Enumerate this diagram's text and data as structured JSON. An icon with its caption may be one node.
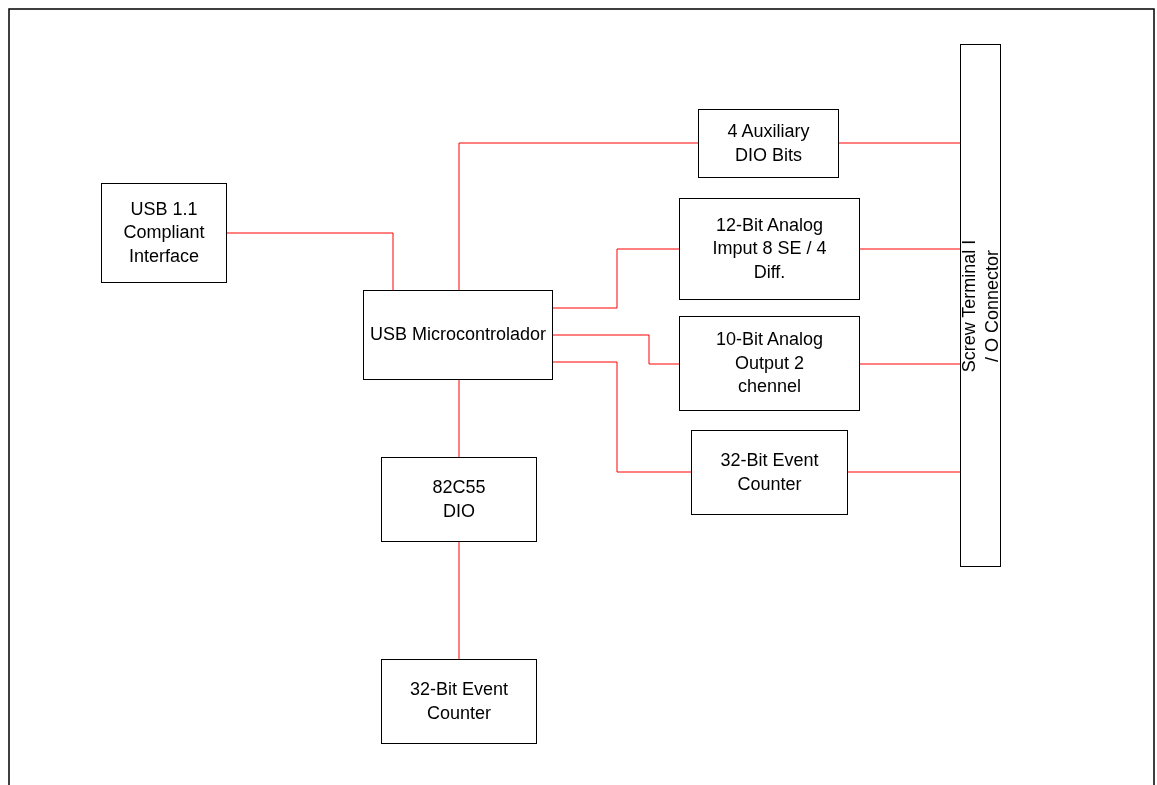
{
  "diagram": {
    "nodes": [
      {
        "text": [
          "USB 1.1 Compliant Interface"
        ]
      },
      {
        "text": [
          "USB Microcontrolador"
        ]
      },
      {
        "text": [
          "4 Auxiliary DIO Bits"
        ]
      },
      {
        "text": [
          "12-Bit Analog Imput 8 SE / 4 Diff."
        ]
      },
      {
        "text": [
          "10-Bit Analog Output 2 chennel"
        ]
      },
      {
        "text": [
          "32-Bit Event Counter"
        ]
      },
      {
        "text": [
          "82C55 DIO"
        ]
      },
      {
        "text": [
          "32-Bit Event Counter"
        ]
      },
      {
        "text": [
          "Screw Terminal I / O Connector"
        ]
      }
    ],
    "edges": [
      {
        "from": 0,
        "to": 1,
        "arrow": "none"
      },
      {
        "from": 1,
        "to": 2,
        "arrow": "none"
      },
      {
        "from": 2,
        "to": 8,
        "arrow": "none"
      },
      {
        "from": 1,
        "to": 3,
        "arrow": "none"
      },
      {
        "from": 3,
        "to": 8,
        "arrow": "none"
      },
      {
        "from": 1,
        "to": 4,
        "arrow": "none"
      },
      {
        "from": 4,
        "to": 8,
        "arrow": "none"
      },
      {
        "from": 1,
        "to": 5,
        "arrow": "none"
      },
      {
        "from": 5,
        "to": 8,
        "arrow": "none"
      },
      {
        "from": 1,
        "to": 6,
        "arrow": "none"
      },
      {
        "from": 6,
        "to": 7,
        "arrow": "none"
      }
    ]
  }
}
